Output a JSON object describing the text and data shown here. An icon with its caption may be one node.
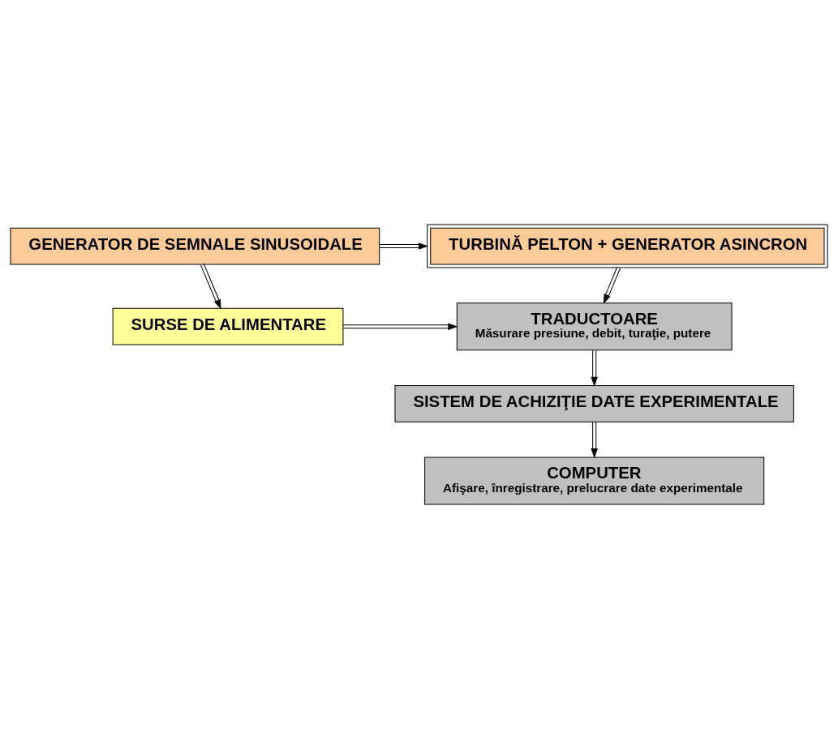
{
  "diagram": {
    "nodes": [
      {
        "text": [
          "GENERATOR DE SEMNALE SINUSOIDALE"
        ]
      },
      {
        "text": [
          "TURBINĂ PELTON + GENERATOR ASINCRON"
        ]
      },
      {
        "text": [
          "SURSE DE ALIMENTARE"
        ]
      },
      {
        "text": [
          "TRADUCTOARE",
          "Măsurare presiune, debit, turaţie, putere"
        ]
      },
      {
        "text": [
          "SISTEM DE ACHIZIŢIE DATE EXPERIMENTALE"
        ]
      },
      {
        "text": [
          "COMPUTER",
          "Afişare, înregistrare, prelucrare date experimentale"
        ]
      }
    ],
    "edges": [
      {
        "from": 0,
        "to": 1,
        "arrow": "to"
      },
      {
        "from": 0,
        "to": 2,
        "arrow": "to"
      },
      {
        "from": 1,
        "to": 3,
        "arrow": "to"
      },
      {
        "from": 2,
        "to": 3,
        "arrow": "to"
      },
      {
        "from": 3,
        "to": 4,
        "arrow": "to"
      },
      {
        "from": 4,
        "to": 5,
        "arrow": "to"
      }
    ]
  }
}
